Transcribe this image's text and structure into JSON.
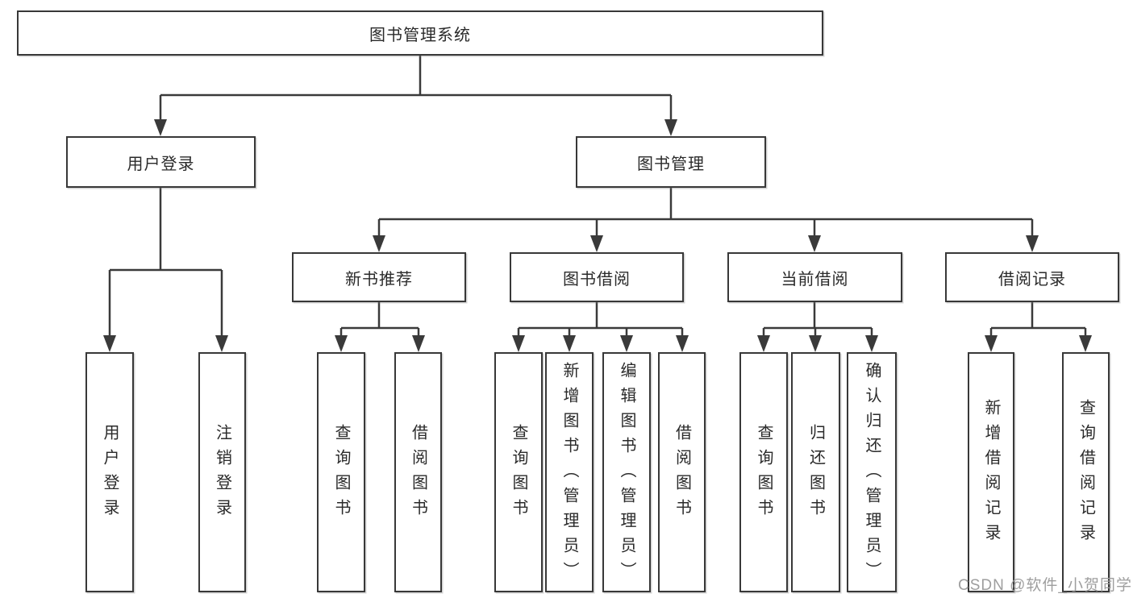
{
  "diagram": {
    "root": {
      "label": "图书管理系统"
    },
    "branches": {
      "user_login": {
        "label": "用户登录",
        "children": {
          "login": {
            "label": "用户登录"
          },
          "logout": {
            "label": "注销登录"
          }
        }
      },
      "book_mgmt": {
        "label": "图书管理",
        "sections": {
          "new_books": {
            "label": "新书推荐",
            "children": {
              "query": {
                "label": "查询图书"
              },
              "borrow": {
                "label": "借阅图书"
              }
            }
          },
          "book_borrow": {
            "label": "图书借阅",
            "children": {
              "query": {
                "label": "查询图书"
              },
              "add": {
                "label": "新增图书（管理员）"
              },
              "edit": {
                "label": "编辑图书（管理员）"
              },
              "borrow": {
                "label": "借阅图书"
              }
            }
          },
          "current_borrow": {
            "label": "当前借阅",
            "children": {
              "query": {
                "label": "查询图书"
              },
              "return": {
                "label": "归还图书"
              },
              "confirm": {
                "label": "确认归还（管理员）"
              }
            }
          },
          "borrow_records": {
            "label": "借阅记录",
            "children": {
              "add": {
                "label": "新增借阅记录"
              },
              "query": {
                "label": "查询借阅记录"
              }
            }
          }
        }
      }
    }
  },
  "watermark": {
    "text": "CSDN @软件_小贺同学"
  },
  "colors": {
    "line": "#3a3a3a",
    "box_border": "#383838",
    "text": "#2a2a2a",
    "watermark": "#9e9e9e",
    "background": "#ffffff"
  }
}
